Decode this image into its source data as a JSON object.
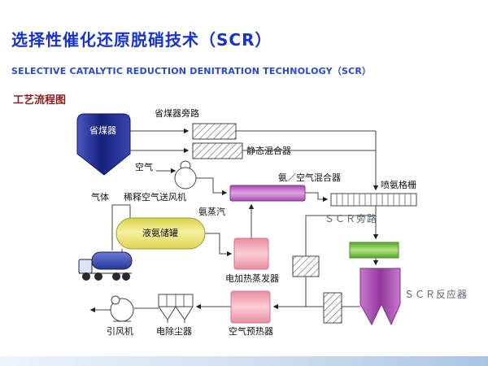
{
  "header": {
    "title": "选择性催化还原脱硝技术（SCR）",
    "subtitle": "SELECTIVE CATALYTIC REDUCTION DENITRATION TECHNOLOGY（SCR）",
    "section_label": "工艺流程图"
  },
  "diagram": {
    "labels": {
      "economizer": "省煤器",
      "economizer_bypass": "省煤器旁路",
      "static_mixer": "静态混合器",
      "air": "空气",
      "dilution_air_fan": "稀释空气送风机",
      "gas": "气体",
      "ammonia_air_mixer": "氨／空气混合器",
      "ammonia_injection_grid": "喷氨格栅",
      "ammonia_vapor": "氨蒸汽",
      "liquid_ammonia_tank": "液氨储罐",
      "scr_bypass": "ＳＣＲ旁路",
      "scr_reactor": "ＳＣＲ反应器",
      "electric_heating_evaporator": "电加热蒸发器",
      "air_preheater": "空气预热器",
      "electrostatic_precipitator": "电除尘器",
      "induced_draft_fan": "引风机"
    },
    "colors": {
      "title_blue": "#1733cc",
      "section_red": "#8a2020",
      "economizer_blue": "#16207a",
      "tank_yellow": "#f6f0a0",
      "mixer_magenta": "#a848b2",
      "pink_equipment": "#ea8ca0",
      "reactor_purple": "#93389c",
      "catalyst_green": "#55a824",
      "truck_blue": "#28389a"
    }
  }
}
